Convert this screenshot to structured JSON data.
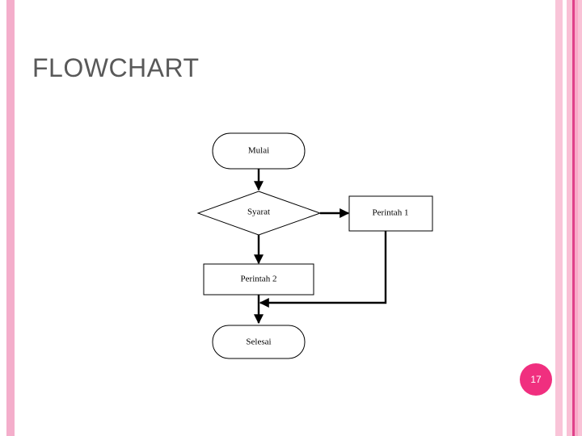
{
  "slide": {
    "title": "FLOWCHART",
    "page_number": "17",
    "background_color": "#ffffff",
    "title_color": "#595959",
    "badge_color": "#f02f7f",
    "badge_text_color": "#ffffff",
    "stripe_colors": {
      "left": "#f4aecb",
      "right_1": "#f9c4d8",
      "right_2": "#f9c0d5",
      "right_accent": "#e0418a",
      "right_4": "#f9a9c8",
      "right_5": "#f9c2d6"
    }
  },
  "flowchart": {
    "nodes": [
      {
        "id": "mulai",
        "label": "Mulai",
        "shape": "terminator"
      },
      {
        "id": "syarat",
        "label": "Syarat",
        "shape": "decision"
      },
      {
        "id": "perintah1",
        "label": "Perintah 1",
        "shape": "process"
      },
      {
        "id": "perintah2",
        "label": "Perintah 2",
        "shape": "process"
      },
      {
        "id": "selesai",
        "label": "Selesai",
        "shape": "terminator"
      }
    ],
    "edges": [
      {
        "from": "mulai",
        "to": "syarat",
        "direction": "down"
      },
      {
        "from": "syarat",
        "to": "perintah1",
        "direction": "right"
      },
      {
        "from": "syarat",
        "to": "perintah2",
        "direction": "down"
      },
      {
        "from": "perintah2",
        "to": "selesai",
        "direction": "down"
      },
      {
        "from": "perintah1",
        "to": "selesai",
        "direction": "down-left-merge"
      }
    ]
  }
}
